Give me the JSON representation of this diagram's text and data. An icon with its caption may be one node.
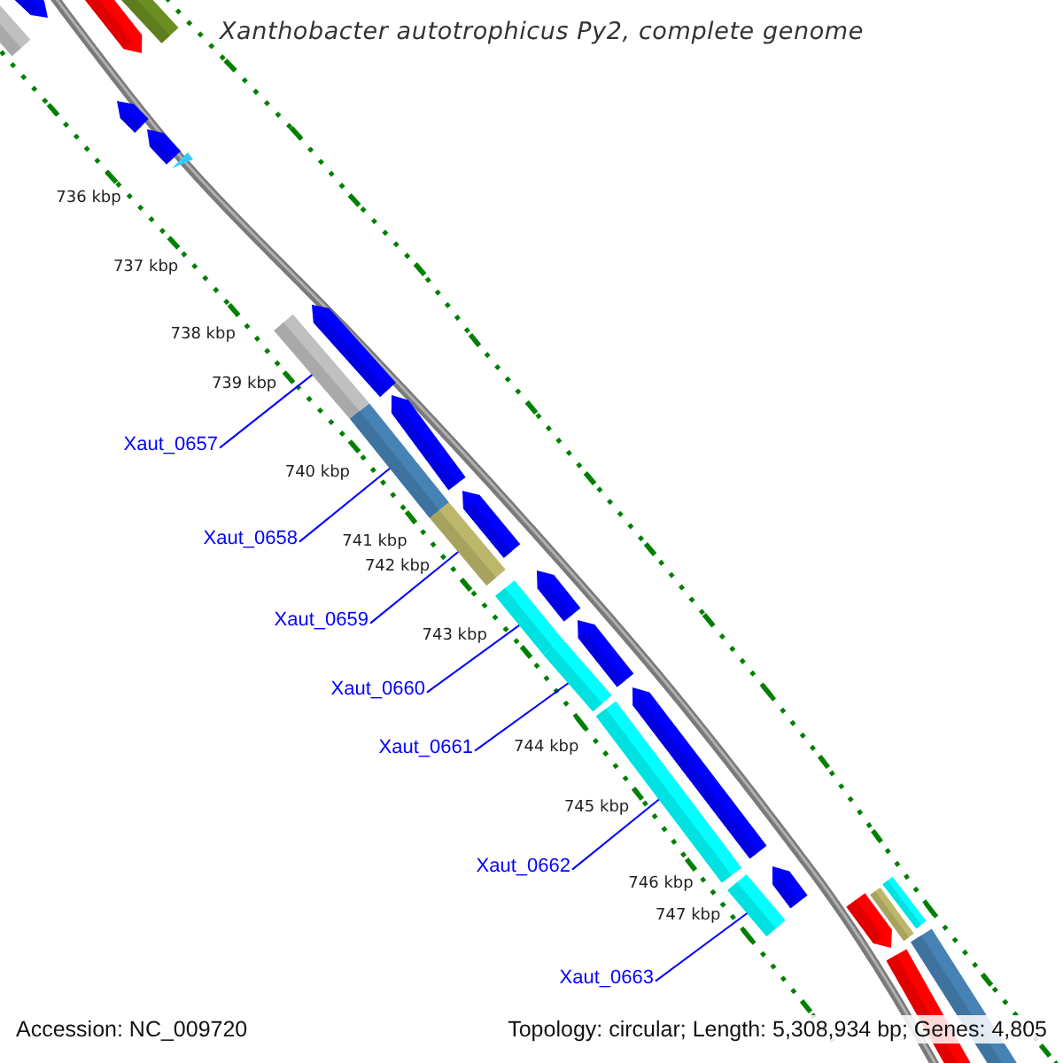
{
  "diagram": {
    "title": "Xanthobacter autotrophicus Py2, complete genome",
    "nodes": [
      {
        "text": [
          "Xaut_0657"
        ]
      },
      {
        "text": [
          "Xaut_0658"
        ]
      },
      {
        "text": [
          "Xaut_0659"
        ]
      },
      {
        "text": [
          "Xaut_0660"
        ]
      },
      {
        "text": [
          "Xaut_0661"
        ]
      },
      {
        "text": [
          "Xaut_0662"
        ]
      },
      {
        "text": [
          "Xaut_0663"
        ]
      },
      {
        "text": [],
        "shape": "bar"
      },
      {
        "text": [],
        "shape": "bar"
      },
      {
        "text": [],
        "shape": "bar"
      },
      {
        "text": [],
        "shape": "bar"
      },
      {
        "text": [],
        "shape": "bar"
      },
      {
        "text": [],
        "shape": "bar"
      },
      {
        "text": [],
        "shape": "bar"
      }
    ],
    "edges": [
      {
        "from": 0,
        "to": 7,
        "arrow": "none"
      },
      {
        "from": 1,
        "to": 8,
        "arrow": "none"
      },
      {
        "from": 2,
        "to": 9,
        "arrow": "none"
      },
      {
        "from": 3,
        "to": 10,
        "arrow": "none"
      },
      {
        "from": 4,
        "to": 11,
        "arrow": "none"
      },
      {
        "from": 5,
        "to": 12,
        "arrow": "none"
      },
      {
        "from": 6,
        "to": 13,
        "arrow": "none"
      }
    ],
    "labels": [
      "736 kbp",
      "737 kbp",
      "738 kbp",
      "739 kbp",
      "740 kbp",
      "741 kbp",
      "742 kbp",
      "743 kbp",
      "744 kbp",
      "745 kbp",
      "746 kbp",
      "747 kbp",
      "Accession: NC_009720",
      "Topology: circular; Length: 5,308,934 bp; Genes: 4,805"
    ]
  }
}
